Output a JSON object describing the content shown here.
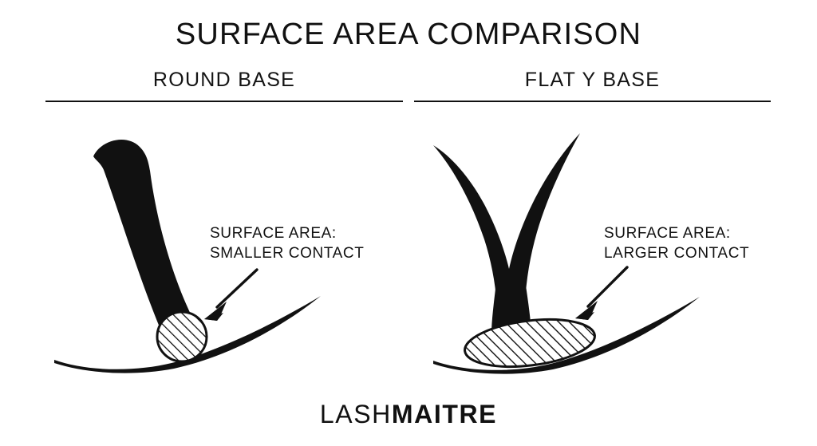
{
  "header": {
    "title": "SURFACE AREA COMPARISON"
  },
  "panels": [
    {
      "id": "round-base",
      "heading": "ROUND BASE",
      "callout": {
        "line1": "SURFACE AREA:",
        "line2": "SMALLER CONTACT"
      }
    },
    {
      "id": "flat-y-base",
      "heading": "FLAT Y BASE",
      "callout": {
        "line1": "SURFACE AREA:",
        "line2": "LARGER CONTACT"
      }
    }
  ],
  "logo": {
    "part_light": "LASH",
    "part_bold": "MAITRE"
  },
  "colors": {
    "background": "#ffffff",
    "ink": "#111111",
    "hatch": "#111111"
  },
  "icons": {
    "left_arrow": "arrow-down-left-icon",
    "right_arrow": "arrow-down-left-icon",
    "round_base_shape": "round-lash-base-icon",
    "flat_y_base_shape": "flat-y-lash-base-icon",
    "left_contact_patch": "hatched-circle-icon",
    "right_contact_patch": "hatched-ellipse-icon",
    "natural_lash_line": "curved-lash-line-icon"
  }
}
